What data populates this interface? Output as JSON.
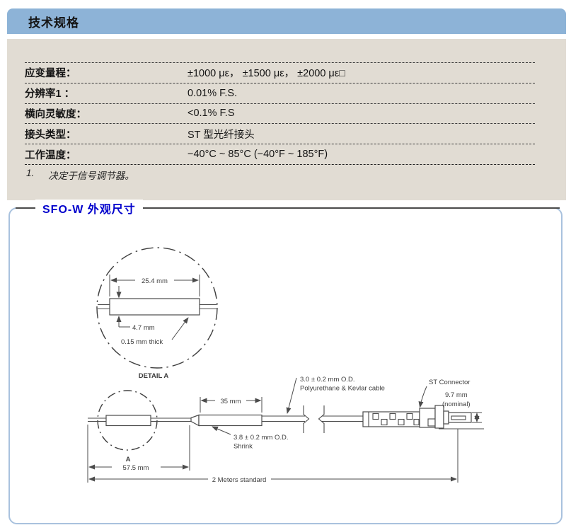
{
  "header": {
    "title": "技术规格"
  },
  "specs": {
    "rows": [
      {
        "label": "应变量程：",
        "value": "±1000 με， ±1500 με， ±2000 με□"
      },
      {
        "label": "分辨率1 ：",
        "value": "0.01% F.S."
      },
      {
        "label": "横向灵敏度：",
        "value": "<0.1% F.S"
      },
      {
        "label": "接头类型：",
        "value": "ST 型光纤接头"
      },
      {
        "label": "工作温度：",
        "value": "−40°C ~ 85°C (−40°F ~ 185°F)"
      }
    ],
    "footnote_number": "1.",
    "footnote_text": "决定于信号调节器。"
  },
  "dimensions_panel": {
    "title": "SFO-W 外观尺寸",
    "diagram": {
      "detail": {
        "dim_width": "25.4 mm",
        "dim_height": "4.7 mm",
        "thickness": "0.15 mm thick",
        "caption": "DETAIL A"
      },
      "assembly": {
        "dim_tube": "35 mm",
        "shrink_line1": "3.8 ± 0.2 mm O.D.",
        "shrink_line2": "Shrink",
        "cable_line1": "3.0 ± 0.2 mm O.D.",
        "cable_line2": "Polyurethane & Kevlar cable",
        "connector_label": "ST Connector",
        "ferrule_dim_line1": "9.7 mm",
        "ferrule_dim_line2": "(nominal)",
        "detail_ref": "A",
        "dim_gauge": "57.5 mm",
        "dim_total": "2 Meters standard"
      }
    }
  },
  "colors": {
    "header_bar": "#8db3d7",
    "spec_panel_bg": "#e1dcd3",
    "panel_border": "#a9c2de",
    "section_title_blue": "#0000cc",
    "drawing_line": "#4b4b4b"
  }
}
